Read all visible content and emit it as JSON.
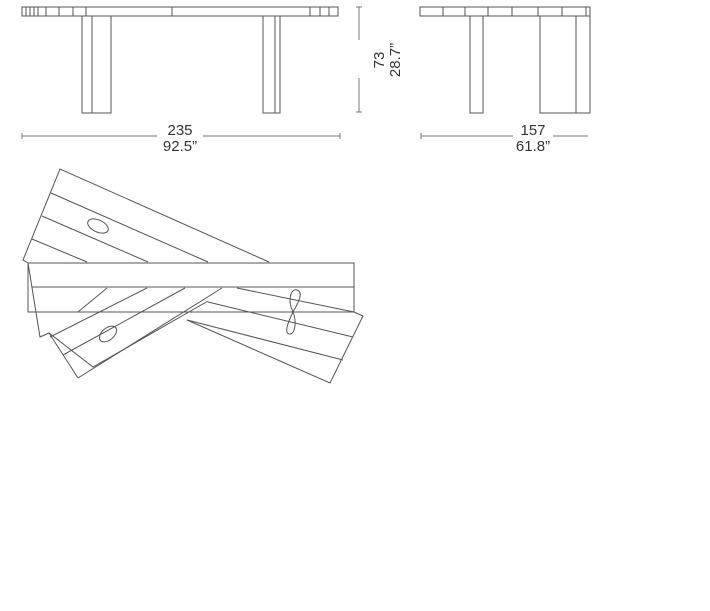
{
  "drawing": {
    "front_view": {
      "width_cm": "235",
      "width_in": "92.5”"
    },
    "height": {
      "height_cm": "73",
      "height_in": "28.7”"
    },
    "side_view": {
      "depth_cm": "157",
      "depth_in": "61.8”"
    },
    "line_color": "#555555"
  }
}
